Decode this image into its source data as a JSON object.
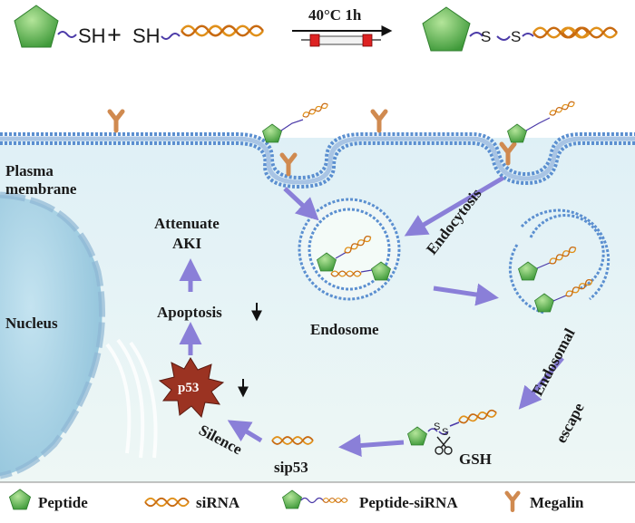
{
  "reaction": {
    "sh_left": "SH",
    "plus": "+",
    "sh_right": "SH",
    "condition": "40°C 1h",
    "s1": "S",
    "s2": "S"
  },
  "labels": {
    "plasma_membrane_1": "Plasma",
    "plasma_membrane_2": "membrane",
    "nucleus": "Nucleus",
    "attenuate_1": "Attenuate",
    "attenuate_2": "AKI",
    "apoptosis": "Apoptosis",
    "p53": "p53",
    "silence": "Silence",
    "sip53": "sip53",
    "endosome": "Endosome",
    "endocytosis": "Endocytosis",
    "endosomal_1": "Endosomal",
    "endosomal_2": "escape",
    "gsh": "GSH"
  },
  "legend": {
    "peptide": "Peptide",
    "sirna": "siRNA",
    "peptide_sirna": "Peptide-siRNA",
    "megalin": "Megalin"
  },
  "colors": {
    "peptide": "#5cb85c",
    "sirna": "#e8a020",
    "megalin": "#d08a50",
    "arrow": "#8a7fd8",
    "cell": "#e8f3f7",
    "nucleus": "#a8d3e6",
    "p53": "#9b3322"
  }
}
